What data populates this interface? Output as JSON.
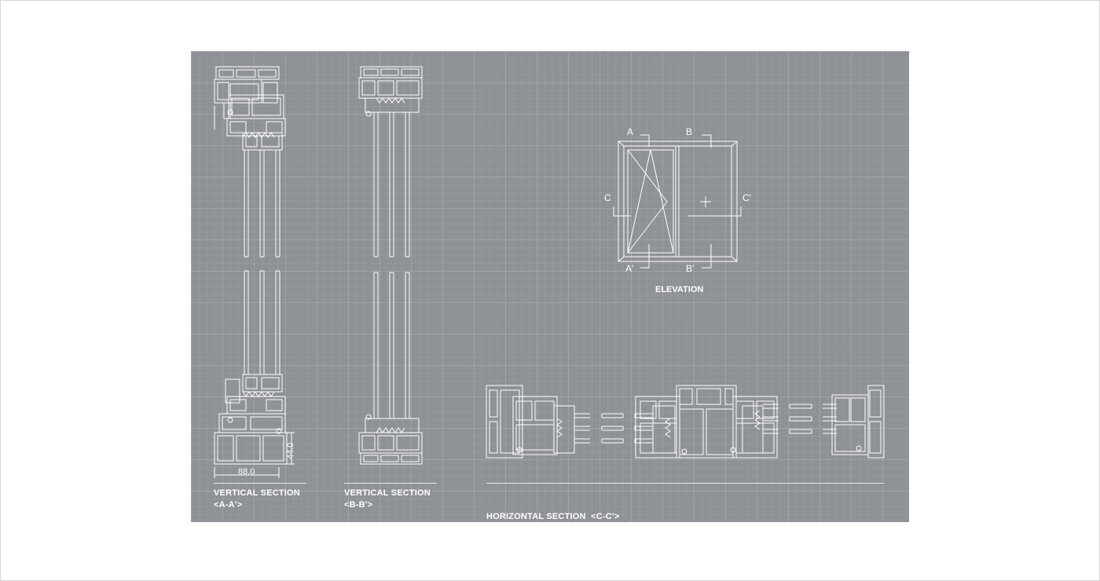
{
  "elevation": {
    "label_a": "A",
    "label_a_prime": "A′",
    "label_b": "B",
    "label_b_prime": "B′",
    "label_c": "C",
    "label_c_prime": "C′",
    "title": "ELEVATION"
  },
  "dimensions": {
    "width": "88.0",
    "height": "44.0"
  },
  "captions": {
    "vertical_aa_title": "VERTICAL SECTION",
    "vertical_aa_sub": "<A-A'>",
    "vertical_bb_title": "VERTICAL SECTION",
    "vertical_bb_sub": "<B-B'>",
    "horizontal_title": "HORIZONTAL SECTION  <C-C'>"
  },
  "colors": {
    "sheet_background": "#8e9196",
    "line_color": "#ffffff"
  }
}
